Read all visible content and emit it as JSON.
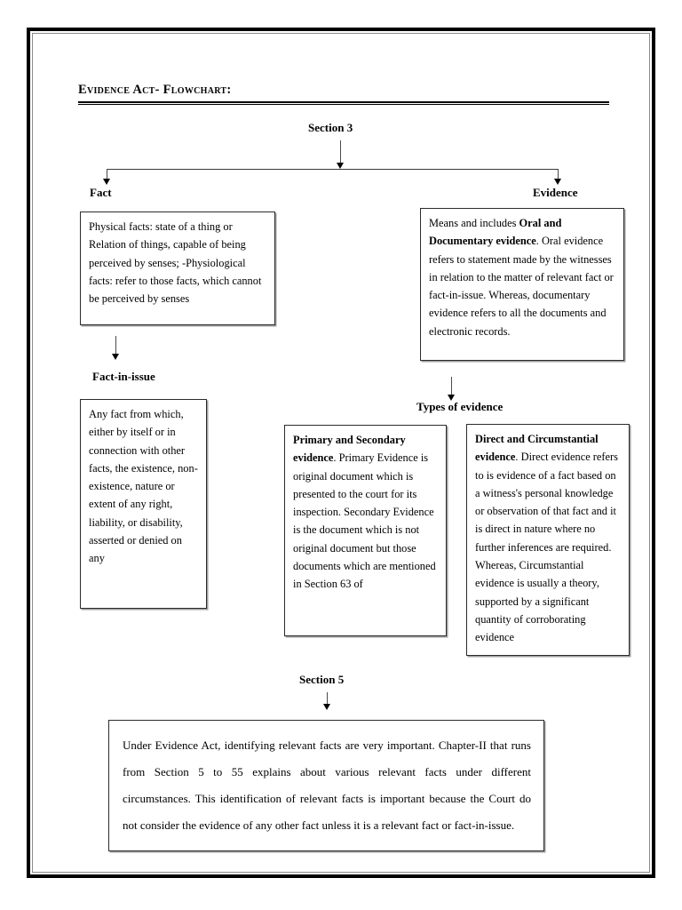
{
  "document": {
    "title": "Evidence Act- Flowchart:"
  },
  "nodes": {
    "section3": {
      "label": "Section 3"
    },
    "fact": {
      "label": "Fact"
    },
    "evidence": {
      "label": "Evidence"
    },
    "fact_in_issue": {
      "label": "Fact-in-issue"
    },
    "types_of_evidence": {
      "label": "Types of evidence"
    },
    "section5": {
      "label": "Section 5"
    }
  },
  "boxes": {
    "fact_body": {
      "text": "Physical facts: state of a thing or Relation of things, capable of being perceived by senses; -Physiological facts: refer to those facts, which cannot be perceived by senses"
    },
    "evidence_body": {
      "lead": "Means and includes ",
      "bold": "Oral and Documentary evidence",
      "rest": ". Oral evidence refers to statement made by the witnesses in relation to the matter of relevant fact or fact-in-issue. Whereas, documentary evidence refers to all the documents and electronic records."
    },
    "fact_in_issue_body": {
      "text": "Any fact from which, either by itself or in connection with other facts, the existence, non-existence, nature or extent of any right, liability, or disability, asserted or denied on any"
    },
    "primary_secondary": {
      "bold": "Primary and Secondary evidence",
      "rest": ". Primary Evidence is original document which is presented to the court for its inspection. Secondary Evidence is the document which is not original document but those documents which are mentioned in Section 63 of"
    },
    "direct_circumstantial": {
      "bold": "Direct and Circumstantial evidence",
      "rest": ". Direct evidence refers to is evidence of a fact based on a witness's personal knowledge or observation of that fact and it is direct in nature where no further inferences are required. Whereas, Circumstantial evidence is usually a theory, supported by a significant quantity of corroborating evidence"
    },
    "section5_body": {
      "text": "Under Evidence Act, identifying relevant facts are very important. Chapter-II that runs from Section 5 to 55 explains about various relevant facts under different circumstances. This identification of relevant facts is important because the Court do not consider the evidence of any other fact unless it is a relevant fact or fact-in-issue."
    }
  },
  "colors": {
    "ink": "#000000",
    "connector": "#3a3a3a",
    "box_border": "#2b2b2b",
    "page": "#ffffff"
  }
}
